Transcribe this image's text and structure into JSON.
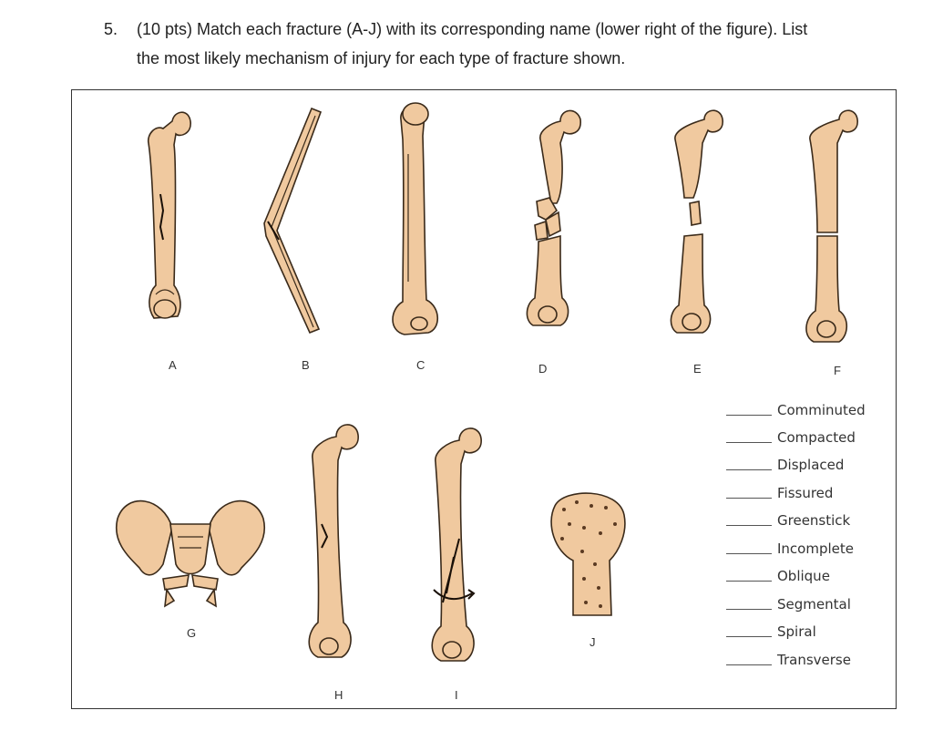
{
  "question": {
    "number": "5.",
    "line1": "(10 pts) Match each fracture (A-J) with its corresponding name (lower right of the figure). List",
    "line2": "the most likely mechanism of injury for each type of fracture shown."
  },
  "figure": {
    "labels": [
      "A",
      "B",
      "C",
      "D",
      "E",
      "F",
      "G",
      "H",
      "I",
      "J"
    ],
    "terms": [
      "Comminuted",
      "Compacted",
      "Displaced",
      "Fissured",
      "Greenstick",
      "Incomplete",
      "Oblique",
      "Segmental",
      "Spiral",
      "Transverse"
    ],
    "bone_color": "#f0c99f",
    "outline_color": "#3a2a1a"
  }
}
